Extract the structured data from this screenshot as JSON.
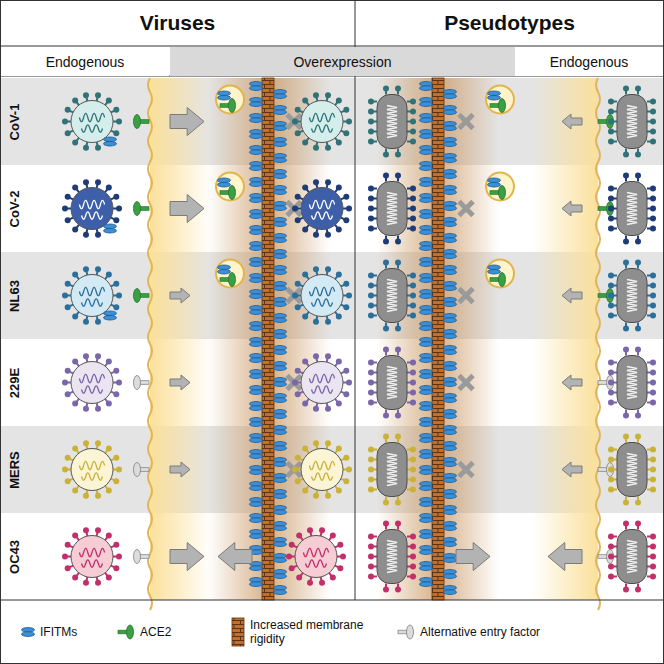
{
  "diagram": {
    "nodes": [
      {
        "text": [
          "Viruses"
        ]
      },
      {
        "text": [
          "Pseudotypes"
        ]
      },
      {
        "text": [
          "Endogenous"
        ]
      },
      {
        "text": [
          "Overexpression"
        ]
      },
      {
        "text": [
          "Endogenous"
        ]
      }
    ],
    "labels": [
      "CoV-1",
      "CoV-2",
      "NL63",
      "229E",
      "MERS",
      "OC43"
    ],
    "legend": [
      {
        "text": "IFITMs"
      },
      {
        "text": "ACE2"
      },
      {
        "text": "Increased membrane rigidity"
      },
      {
        "text": "Alternative entry factor"
      }
    ]
  }
}
